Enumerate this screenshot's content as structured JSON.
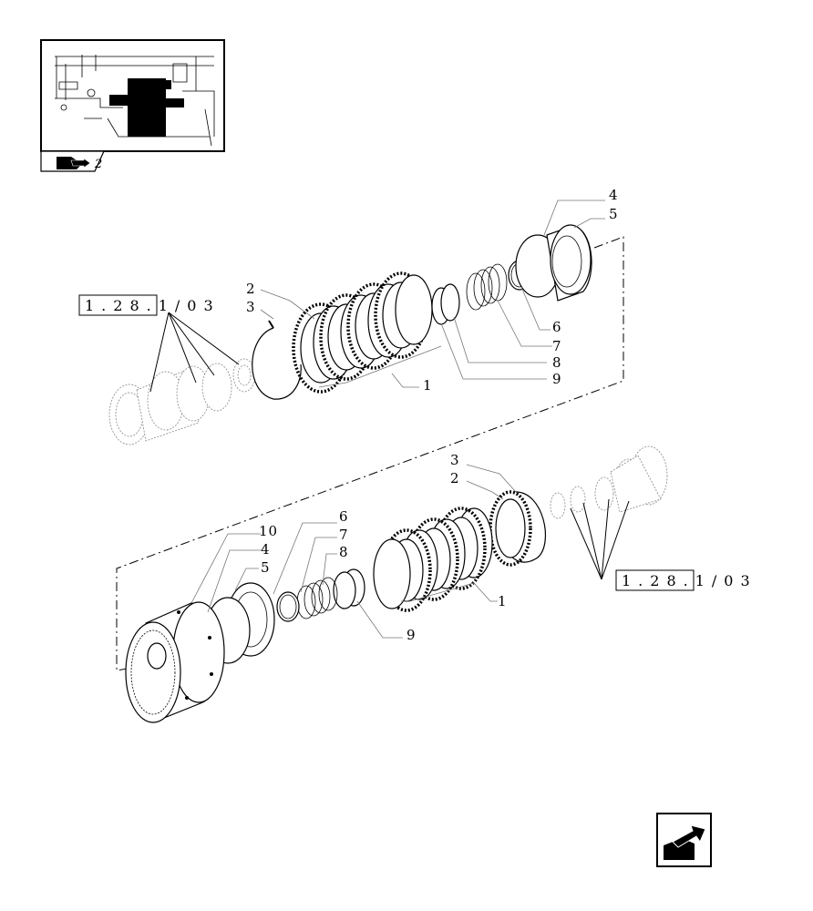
{
  "thumbnail": {
    "caption_glyph": "2"
  },
  "refs": {
    "upper": "1.28.1/03",
    "lower": "1.28.1/03"
  },
  "upper_callouts": {
    "c1": "1",
    "c2": "2",
    "c3": "3",
    "c4": "4",
    "c5": "5",
    "c6": "6",
    "c7": "7",
    "c8": "8",
    "c9": "9"
  },
  "lower_callouts": {
    "c1": "1",
    "c2": "2",
    "c3": "3",
    "c4": "4",
    "c5": "5",
    "c6": "6",
    "c7": "7",
    "c8": "8",
    "c9": "9",
    "c10": "10"
  },
  "icons": {
    "thumbnail_nav": "book-arrow-icon",
    "next_page": "next-arrow-icon"
  }
}
